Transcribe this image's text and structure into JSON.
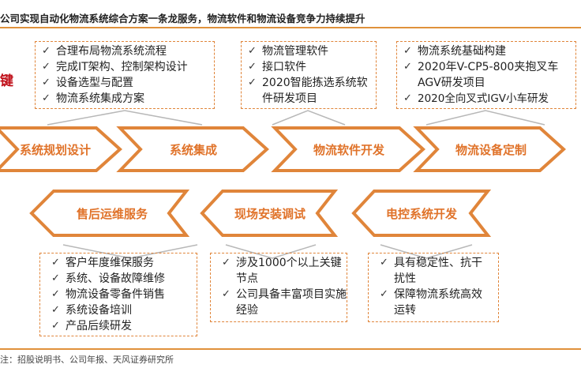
{
  "title": "公司实现自动化物流系统综合方案一条龙服务，物流软件和物流设备竞争力持续提升",
  "side_char": "键",
  "top_boxes": [
    {
      "items": [
        "合理布局物流系统流程",
        "完成IT架构、控制架构设计",
        "设备选型与配置",
        "物流系统集成方案"
      ]
    },
    {
      "items": [
        "物流管理软件",
        "接口软件",
        "2020智能拣选系统软件研发项目"
      ]
    },
    {
      "items": [
        "物流系统基础构建",
        "2020年V-CP5-800夹抱叉车AGV研发项目",
        "2020全向叉式IGV小车研发"
      ]
    }
  ],
  "top_arrows": [
    "系统规划设计",
    "系统集成",
    "物流软件开发",
    "物流设备定制"
  ],
  "bottom_arrows": [
    "售后运维服务",
    "现场安装调试",
    "电控系统开发"
  ],
  "bottom_boxes": [
    {
      "items": [
        "客户年度维保服务",
        "系统、设备故障维修",
        "物流设备零备件销售",
        "系统设备培训",
        "产品后续研发"
      ]
    },
    {
      "items": [
        "涉及1000个以上关键节点",
        "公司具备丰富项目实施经验"
      ]
    },
    {
      "items": [
        "具有稳定性、抗干扰性",
        "保障物流系统高效运转"
      ]
    }
  ],
  "check_mark": "✓",
  "footer": "注：招股说明书、公司年报、天风证券研究所",
  "colors": {
    "accent": "#e0853a",
    "arrow_fill": "#ffffff",
    "text": "#e0732a",
    "title_red": "#c0101a"
  }
}
